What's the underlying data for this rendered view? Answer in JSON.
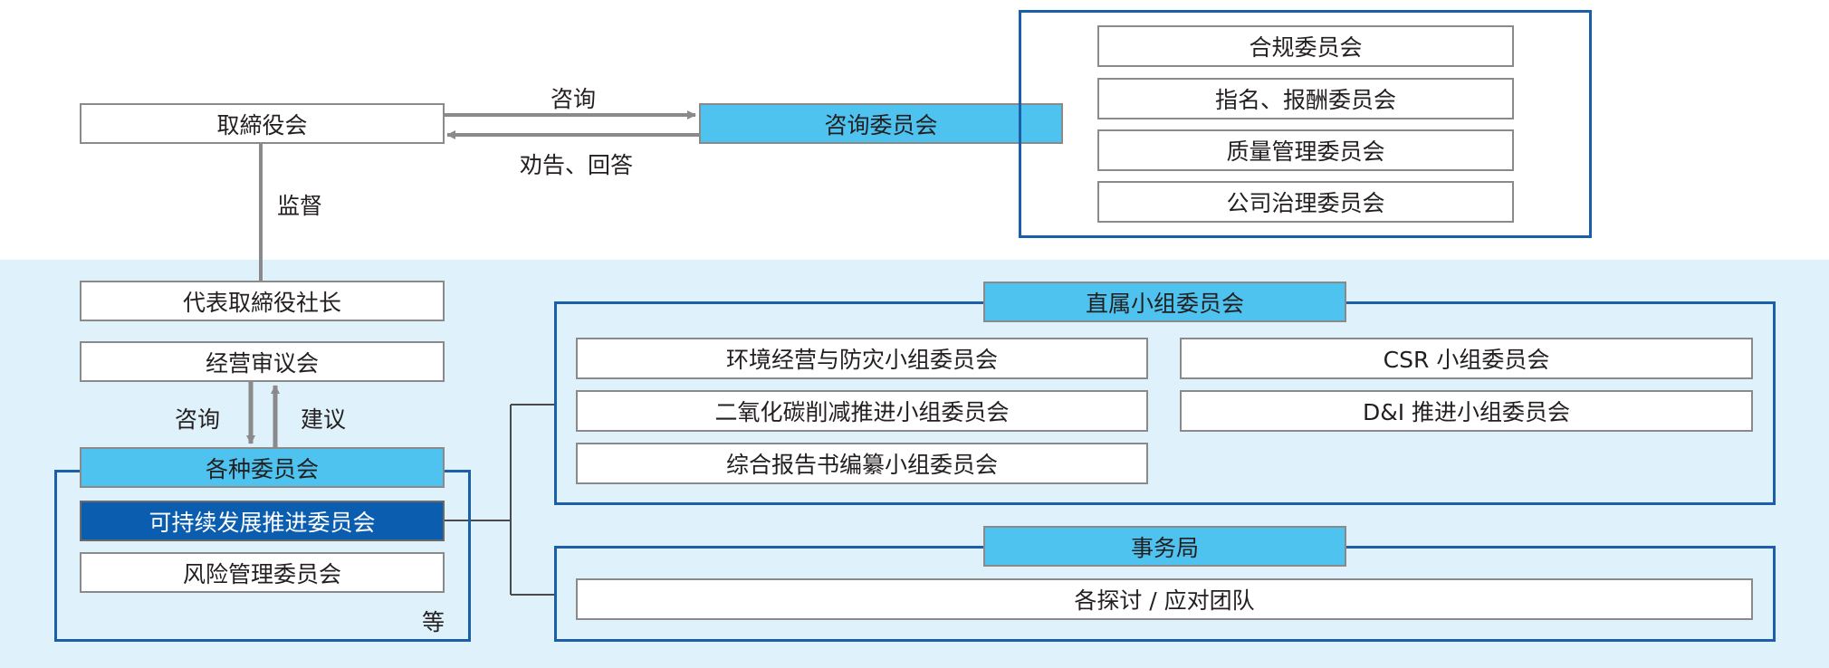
{
  "colors": {
    "navy_frame": "#1a5fa8",
    "cyan_header": "#4fc3ef",
    "navy_fill": "#0b5db0",
    "light_bg": "#dff1fa",
    "gray_line": "#8a8a8a"
  },
  "board": {
    "label": "取締役会"
  },
  "advisory": {
    "label": "咨询委员会",
    "members": [
      "合规委员会",
      "指名、报酬委员会",
      "质量管理委员会",
      "公司治理委员会"
    ]
  },
  "arrows": {
    "consult": "咨询",
    "advice_answer": "劝告、回答",
    "supervise": "监督",
    "consult2": "咨询",
    "suggest": "建议"
  },
  "president": {
    "label": "代表取締役社长"
  },
  "management_council": {
    "label": "经营审议会"
  },
  "committees": {
    "header": "各种委员会",
    "sustainability": "可持续发展推进委员会",
    "risk": "风险管理委员会",
    "etc": "等"
  },
  "direct_subcommittees": {
    "header": "直属小组委员会",
    "items": [
      "环境经营与防灾小组委员会",
      "CSR 小组委员会",
      "二氧化碳削减推进小组委员会",
      "D&I 推进小组委员会",
      "综合报告书编纂小组委员会"
    ]
  },
  "secretariat": {
    "header": "事务局",
    "item": "各探讨 / 应对团队"
  }
}
